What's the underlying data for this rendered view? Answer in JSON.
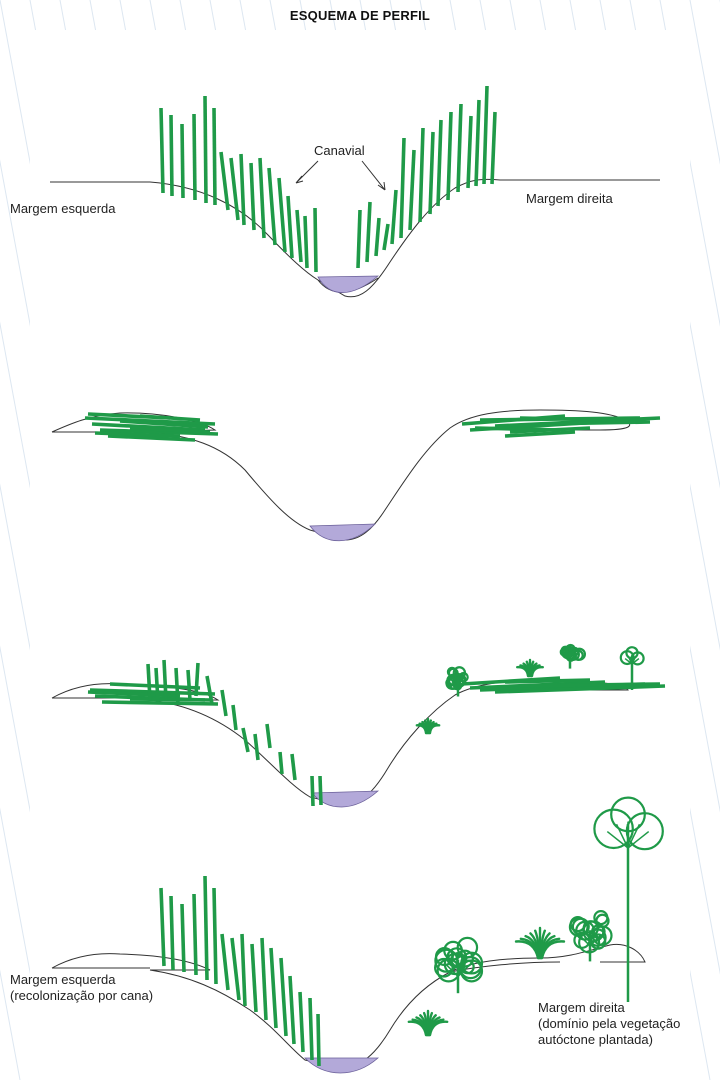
{
  "title": "ESQUEMA DE PERFIL",
  "colors": {
    "cane": "#1f9a48",
    "cane_dark": "#14803a",
    "water": "#b3a9d9",
    "water_edge": "#6a5f99",
    "ground": "#333333",
    "tree": "#1f9a48",
    "pattern": "#dde7f1"
  },
  "panels": [
    {
      "id": "profile-1",
      "labels": {
        "left_bank": "Margem esquerda",
        "right_bank": "Margem direita",
        "cane_field": "Canavial"
      }
    },
    {
      "id": "profile-2"
    },
    {
      "id": "profile-3"
    },
    {
      "id": "profile-4",
      "labels": {
        "left_bank_line1": "Margem esquerda",
        "left_bank_line2": "(recolonização por cana)",
        "right_bank_line1": "Margem direita",
        "right_bank_line2": "(domínio pela vegetação",
        "right_bank_line3": "autóctone plantada)"
      }
    }
  ]
}
